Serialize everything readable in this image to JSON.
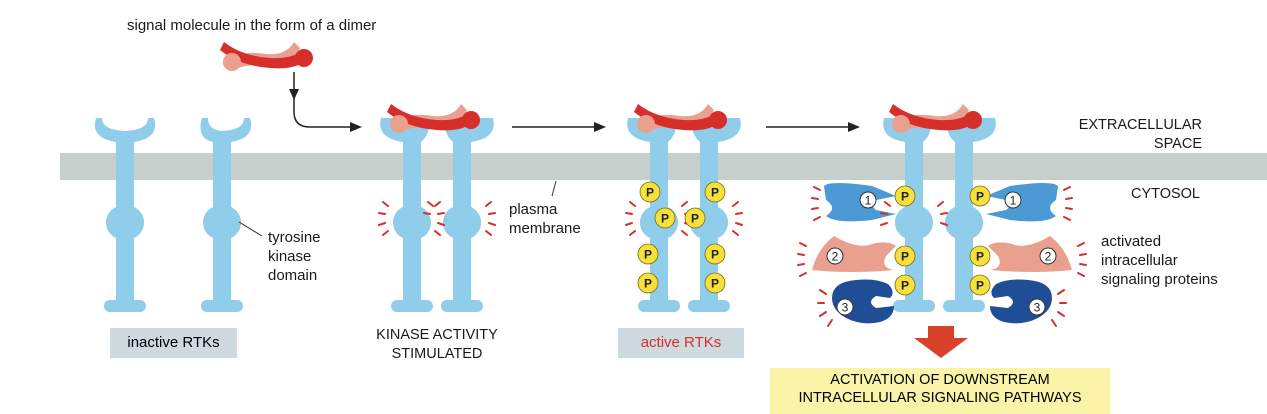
{
  "labels": {
    "signal": "signal molecule in the form of a dimer",
    "extracellular": "EXTRACELLULAR\nSPACE",
    "cytosol": "CYTOSOL",
    "kinase_domain": "tyrosine\nkinase\ndomain",
    "plasma_membrane": "plasma\nmembrane",
    "activated_proteins": "activated\nintracellular\nsignaling proteins",
    "stage1": "inactive RTKs",
    "stage2": "KINASE ACTIVITY\nSTIMULATED",
    "stage3": "active RTKs",
    "activation": "ACTIVATION OF DOWNSTREAM\nINTRACELLULAR SIGNALING PATHWAYS",
    "phospho": "P",
    "protein_numbers": [
      "1",
      "2",
      "3"
    ]
  },
  "colors": {
    "membrane": "#c7cfcc",
    "receptor": "#8fcdea",
    "signal_dark": "#d62f2b",
    "signal_light": "#e9a08f",
    "phospho": "#f6e03a",
    "protein1": "#4b9ad6",
    "protein2": "#e9a08f",
    "protein3": "#1f4e96",
    "activity_marks": "#d62f2b",
    "active_label": "#d62f2b",
    "stage_box": "#cfd9e0",
    "activation_box": "#fbf3a7",
    "arrow": "#d9412b"
  }
}
